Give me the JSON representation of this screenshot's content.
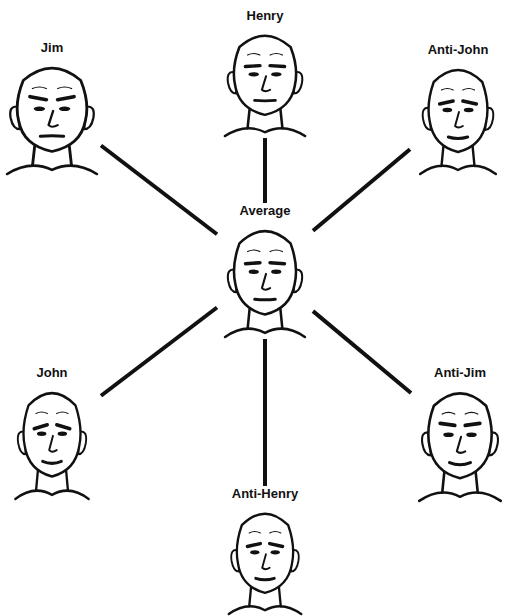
{
  "diagram": {
    "nodes": [
      {
        "text": [
          "Henry"
        ]
      },
      {
        "text": [
          "Jim"
        ]
      },
      {
        "text": [
          "Anti-John"
        ]
      },
      {
        "text": [
          "Average"
        ]
      },
      {
        "text": [
          "John"
        ]
      },
      {
        "text": [
          "Anti-Jim"
        ]
      },
      {
        "text": [
          "Anti-Henry"
        ]
      }
    ],
    "edges": [
      {
        "from": 3,
        "to": 0,
        "arrow": "none"
      },
      {
        "from": 3,
        "to": 1,
        "arrow": "none"
      },
      {
        "from": 3,
        "to": 2,
        "arrow": "none"
      },
      {
        "from": 3,
        "to": 4,
        "arrow": "none"
      },
      {
        "from": 3,
        "to": 5,
        "arrow": "none"
      },
      {
        "from": 3,
        "to": 6,
        "arrow": "none"
      }
    ]
  }
}
